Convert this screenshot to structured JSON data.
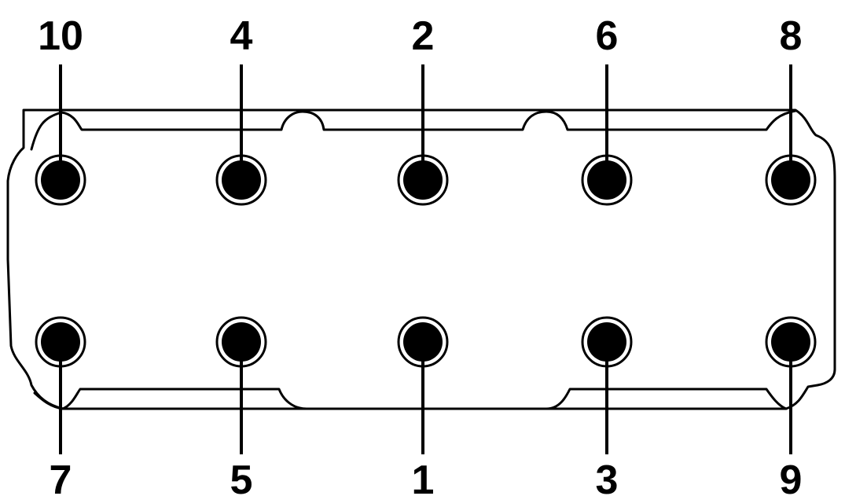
{
  "colors": {
    "line": "#000000",
    "background": "#ffffff"
  },
  "bolts": {
    "top": [
      {
        "label": "10"
      },
      {
        "label": "4"
      },
      {
        "label": "2"
      },
      {
        "label": "6"
      },
      {
        "label": "8"
      }
    ],
    "bottom": [
      {
        "label": "7"
      },
      {
        "label": "5"
      },
      {
        "label": "1"
      },
      {
        "label": "3"
      },
      {
        "label": "9"
      }
    ]
  }
}
